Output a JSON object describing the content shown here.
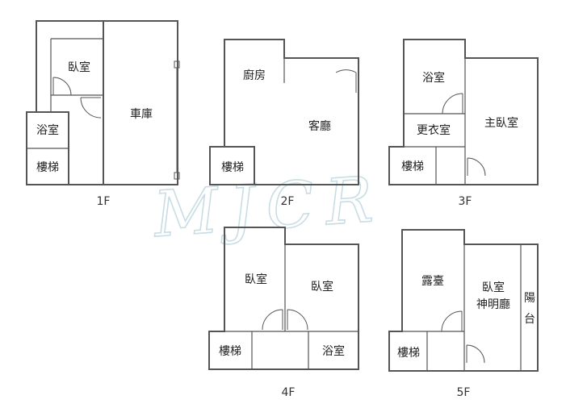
{
  "watermark": "MJCR",
  "floors": {
    "f1": {
      "label": "1F",
      "rooms": {
        "bedroom": "臥室",
        "garage": "車庫",
        "bathroom": "浴室",
        "stairs": "樓梯"
      }
    },
    "f2": {
      "label": "2F",
      "rooms": {
        "kitchen": "廚房",
        "living": "客廳",
        "stairs": "樓梯"
      }
    },
    "f3": {
      "label": "3F",
      "rooms": {
        "bathroom": "浴室",
        "dressing": "更衣室",
        "master": "主臥室",
        "stairs": "樓梯"
      }
    },
    "f4": {
      "label": "4F",
      "rooms": {
        "bedroom_a": "臥室",
        "bedroom_b": "臥室",
        "stairs": "樓梯",
        "bathroom": "浴室"
      }
    },
    "f5": {
      "label": "5F",
      "rooms": {
        "terrace": "露臺",
        "bedroom": "臥室",
        "shrine": "神明廳",
        "stairs": "樓梯",
        "balcony_1": "陽",
        "balcony_2": "台"
      }
    }
  },
  "colors": {
    "wall": "#555555",
    "watermark": "#c9dde4"
  }
}
